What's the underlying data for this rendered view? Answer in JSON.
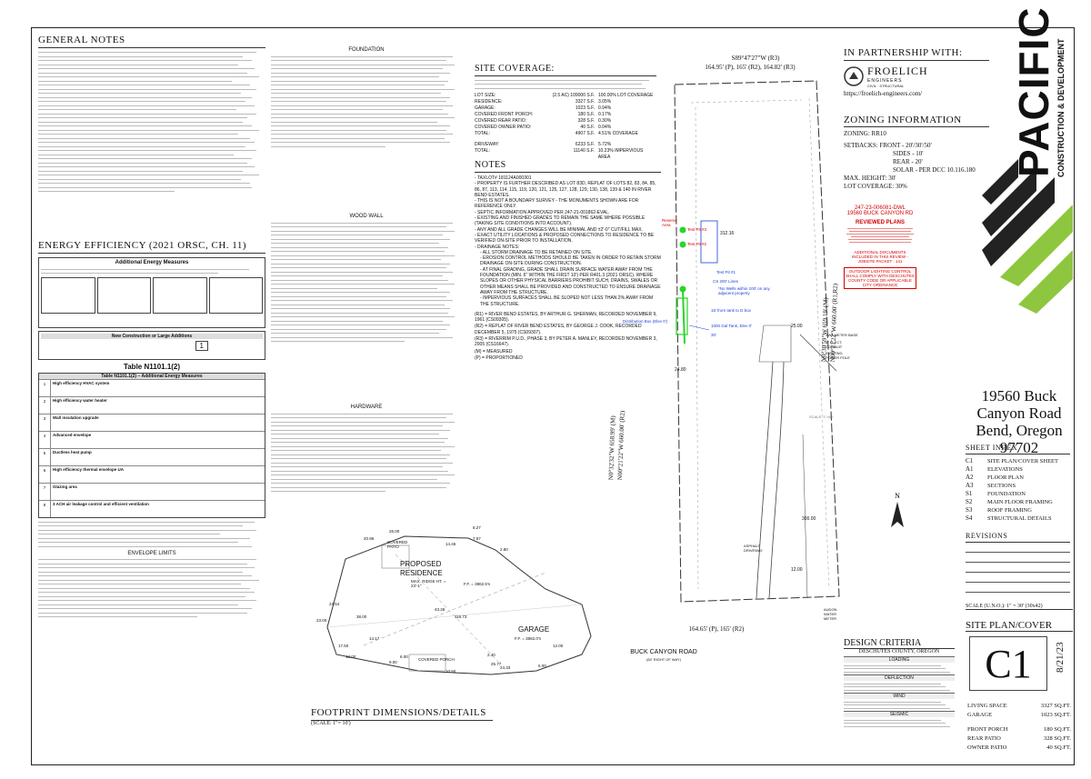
{
  "general_notes": {
    "title": "GENERAL NOTES"
  },
  "energy": {
    "title": "ENERGY EFFICIENCY (2021 ORSC, CH. 11)",
    "box_title": "Additional Energy Measures",
    "new_construction": "New Construction or Large Additions",
    "table_label": "Table N1101.1(2)",
    "table_sub": "Table N1101.1(2) – Additional Energy Measures",
    "selected_value": "1",
    "measures": [
      "High efficiency HVAC system",
      "High efficiency water heater",
      "Wall insulation upgrade",
      "Advanced envelope",
      "Ductless heat pump",
      "High efficiency thermal envelope UA",
      "Glazing area",
      "3 ACH air leakage control and efficient ventilation"
    ]
  },
  "foundation": {
    "title": "FOUNDATION"
  },
  "wood_wall": {
    "title": "WOOD WALL"
  },
  "hardware": {
    "title": "HARDWARE"
  },
  "envelope": {
    "title": "ENVELOPE LIMITS"
  },
  "site_coverage": {
    "title": "SITE COVERAGE:",
    "rows": [
      {
        "label": "LOT SIZE:",
        "value": "(2.5 AC) 109000 S.F.",
        "pct": "100.00%  LOT COVERAGE"
      },
      {
        "label": "RESIDENCE:",
        "value": "3327 S.F.",
        "pct": "3.05%"
      },
      {
        "label": "GARAGE:",
        "value": "1023 S.F.",
        "pct": "0.94%"
      },
      {
        "label": "COVERED FRONT PORCH:",
        "value": "180 S.F.",
        "pct": "0.17%"
      },
      {
        "label": "COVERED REAR PATIO:",
        "value": "328 S.F.",
        "pct": "0.30%"
      },
      {
        "label": "COVERED OWNER PATIO:",
        "value": "40 S.F.",
        "pct": "0.04%"
      },
      {
        "label": "TOTAL:",
        "value": "4907 S.F.",
        "pct": "4.51%  COVERAGE"
      },
      {
        "label": "DRIVEWAY:",
        "value": "6233 S.F.",
        "pct": "5.72%"
      },
      {
        "label": "TOTAL:",
        "value": "11140 S.F.",
        "pct": "10.23%  IMPERVIOUS AREA"
      }
    ]
  },
  "notes": {
    "title": "NOTES",
    "items": [
      "- TAXLOT# 181124A000301",
      "- PROPERTY IS FURTHER DESCRIBED AS LOT 83D, REPLAT OF LOTS 82, 83, 84, 85, 86, 87, 113, 114, 115, 119, 120, 121, 125, 127, 128, 129, 130, 138, 139 & 140 IN RIVER BEND ESTATES.",
      "- THIS IS NOT A BOUNDARY SURVEY - THE MONUMENTS SHOWN ARE FOR REFERENCE ONLY.",
      "- SEPTIC INFORMATION APPROVED PER 247-21-001862-EVAL.",
      "- EXISTING AND FINISHED GRADES TO REMAIN THE SAME WHERE POSSIBLE (TAKING SITE CONDITIONS INTO ACCOUNT).",
      "- ANY AND ALL GRADE CHANGES WILL BE MINIMAL AND ±2'-0\" CUT/FILL MAX.",
      "- EXACT UTILITY LOCATIONS & PROPOSED CONNECTIONS TO RESIDENCE TO BE VERIFIED ON-SITE PRIOR TO INSTALLATION.",
      "- DRAINAGE NOTES:",
      "  - ALL STORM DRAINAGE TO BE RETAINED ON SITE.",
      "  - EROSION CONTROL METHODS SHOULD BE TAKEN IN ORDER TO RETAIN STORM DRAINAGE ON-SITE DURING CONSTRUCTION.",
      "  - AT FINAL GRADING, GRADE SHALL DRAIN SURFACE WATER AWAY FROM THE FOUNDATION (MIN. 6\" WITHIN THE FIRST 10') PER R401.3 (2021 ORSC). WHERE SLOPES OR OTHER PHYSICAL BARRIERS PROHIBIT SUCH, DRAINS, SWALES OR OTHER MEANS SHALL BE PROVIDED AND CONSTRUCTED TO ENSURE DRAINAGE AWAY FROM THE STRUCTURE.",
      "  - IMPERVIOUS SURFACES SHALL BE SLOPED NOT LESS THAN 2% AWAY FROM THE STRUCTURE."
    ],
    "refs": [
      "(R1) = RIVER BEND ESTATES, BY ARTHUR G. SHERMAN, RECORDED NOVEMBER 9, 1961 (CS09305).",
      "(R2) = REPLAT OF RIVER BEND ESTATES, BY GEORGE J. COOK, RECORDED DECEMBER 5, 1975 (CS09307).",
      "(R3) = RIVERRIM P.U.D., PHASE 3, BY PETER A. MANLEY, RECORDED NOVEMBER 3, 2005 (CS16647).",
      "(M) = MEASURED",
      "(P) = PROPORTIONED"
    ]
  },
  "site": {
    "top_bearing": "S89°47'27\"W (R3)",
    "top_dims": "164.95' (P), 165' (R2), 164.82' (R3)",
    "bottom_dims": "164.65' (P), 165' (R2)",
    "road": "BUCK CANYON ROAD",
    "road_sub": "(60' RIGHT OF WAY)",
    "left_bearing": "N0°32'32\"W 658.99' (M)",
    "left_bearing2": "N00°21'22\"W 660.00' (R2)",
    "right_bearing": "N0°30'59\"W 659.19' (M)",
    "right_bearing2": "N00°21'22\"W 660.00' (R1,R2)",
    "dim_312": "312.16",
    "dim_300": "300.00",
    "dim_25": "25.00",
    "dim_2480": "24.80",
    "dim_12": "12.00",
    "reserve": "Reserve Area",
    "test_pits": [
      "Test Pit #3",
      "Test Pit #2",
      "Test Pit #1"
    ],
    "cs": "CS 200' Lines",
    "wells": "*No Wells within 100' on any adjacent property",
    "tank": "15' from tank to D box",
    "gal": "1000 Gal Tank, Elev 0'",
    "dist": "Distribution Box (Elev 0')",
    "dim_30": "30'",
    "meter_base": "XWA METER BASE",
    "elect": "3\" ELECT. CONDUIT",
    "power": "EXISTING POWER POLE",
    "driveway": "ASPHALT DRIVEWAY",
    "water": "AUDON WATER METER",
    "scale": "SCALE: 1\"=60'"
  },
  "footprint": {
    "proposed": "PROPOSED",
    "residence": "RESIDENCE",
    "ridge": "MAX. RIDGE HT. = 23'-1\"",
    "ff1": "F.F. = 3862.5's",
    "patio": "COVERED PATIO",
    "garage": "GARAGE",
    "ff2": "F.F. = 3862.0's",
    "porch": "COVERED PORCH",
    "title": "FOOTPRINT DIMENSIONS/DETAILS",
    "scale": "(SCALE: 1\"= 10')",
    "dims": [
      "20.96",
      "26.00",
      "8.27",
      "14.46",
      "7.67",
      "2.80",
      "24.54",
      "25.77",
      "43.26",
      "23.00",
      "116.73",
      "17.50",
      "38.00",
      "13.00",
      "14.17",
      "9.00",
      "6.00",
      "24.33",
      "10.50",
      "2.40",
      "6.00",
      "12.00"
    ]
  },
  "partner": {
    "title": "IN PARTNERSHIP WITH:",
    "name": "FROELICH",
    "sub": "ENGINEERS",
    "sub2": "CIVIL · STRUCTURAL",
    "url": "https://froelich-engineers.com/"
  },
  "zoning": {
    "title": "ZONING INFORMATION",
    "zoning": "ZONING:  RR10",
    "setbacks": "SETBACKS: FRONT - 20'/30'/50'",
    "sides": "SIDES - 10'",
    "rear": "REAR - 20'",
    "solar": "SOLAR - PER DCC 10.116.180",
    "height": "MAX. HEIGHT: 30'",
    "coverage": "LOT COVERAGE: 30%"
  },
  "stamp": {
    "permit": "247-23-006081-DWL",
    "address": "19560 BUCK CANYON RD",
    "reviewed": "REVIEWED PLANS",
    "docs": "ADDITIONAL DOCUMENTS INCLUDED IN THIS REVIEW - JOBSITE PACKET : 141",
    "lighting": "OUTDOOR LIGHTING CONTROL SHALL COMPLY WITH DESCHUTES COUNTY CODE OR APPLICABLE CITY ORDINANCE"
  },
  "brand": {
    "name": "PACIFIC",
    "sub": "CONSTRUCTION & DEVELOPMENT"
  },
  "project": {
    "line1": "19560 Buck",
    "line2": "Canyon Road",
    "line3": "Bend, Oregon",
    "line4": "97702"
  },
  "sheet_index": {
    "title": "SHEET INDEX",
    "items": [
      {
        "code": "C1",
        "name": "SITE PLAN/COVER SHEET"
      },
      {
        "code": "A1",
        "name": "ELEVATIONS"
      },
      {
        "code": "A2",
        "name": "FLOOR PLAN"
      },
      {
        "code": "A3",
        "name": "SECTIONS"
      },
      {
        "code": "S1",
        "name": "FOUNDATION"
      },
      {
        "code": "S2",
        "name": "MAIN FLOOR FRAMING"
      },
      {
        "code": "S3",
        "name": "ROOF FRAMING"
      },
      {
        "code": "S4",
        "name": "STRUCTURAL DETAILS"
      }
    ]
  },
  "revisions": {
    "title": "REVISIONS"
  },
  "title_block": {
    "scale": "SCALE (U.N.O.):  1\" = 30' (30x42)",
    "sheet_title": "SITE PLAN/COVER",
    "sheet_no": "C1",
    "date": "8/21/23",
    "areas": [
      {
        "label": "LIVING SPACE",
        "value": "3327 SQ.FT."
      },
      {
        "label": "GARAGE",
        "value": "1023 SQ.FT."
      },
      {
        "label": "FRONT PORCH",
        "value": "180 SQ.FT."
      },
      {
        "label": "REAR PATIO",
        "value": "328 SQ.FT."
      },
      {
        "label": "OWNER PATIO",
        "value": "40 SQ.FT."
      }
    ]
  },
  "design_criteria": {
    "title": "DESIGN CRITERIA",
    "county": "DESCHUTES COUNTY, OREGON",
    "sections": [
      "LOADING",
      "DEFLECTION",
      "WIND",
      "SEISMIC"
    ]
  }
}
